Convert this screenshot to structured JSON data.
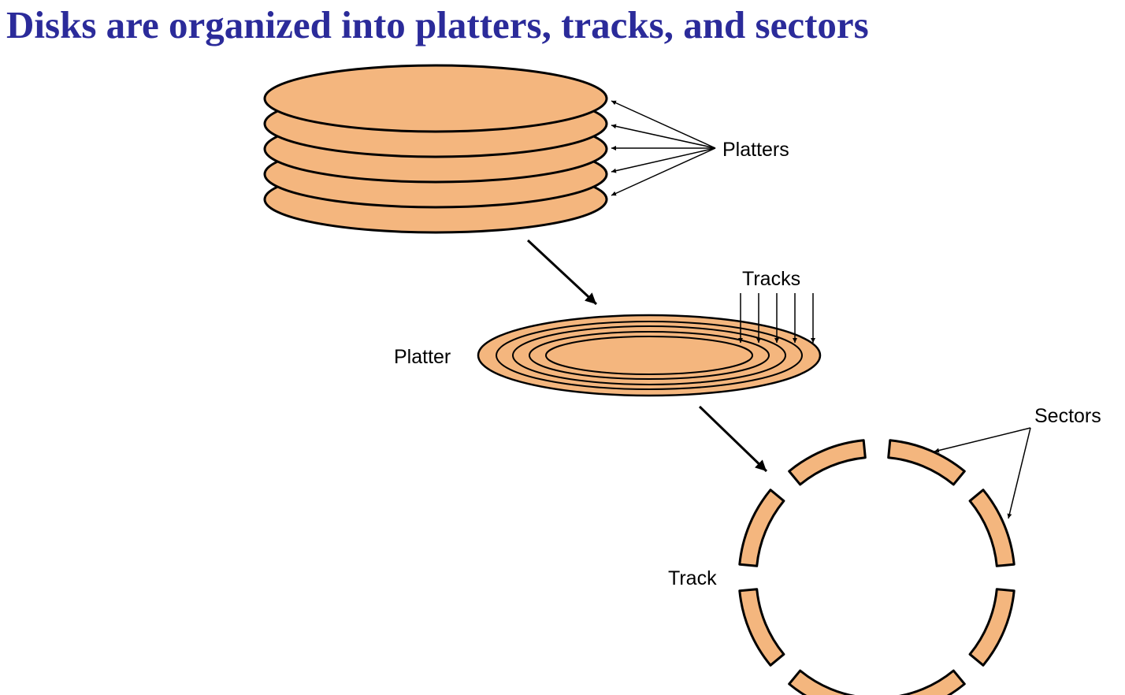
{
  "slide": {
    "title": "Disks are organized into platters, tracks, and sectors",
    "title_color": "#2B2B9A"
  },
  "diagram": {
    "labels": {
      "platters": "Platters",
      "tracks": "Tracks",
      "platter": "Platter",
      "sectors": "Sectors",
      "track": "Track"
    },
    "fill_color": "#F4B67E",
    "stroke_color": "#000000"
  }
}
